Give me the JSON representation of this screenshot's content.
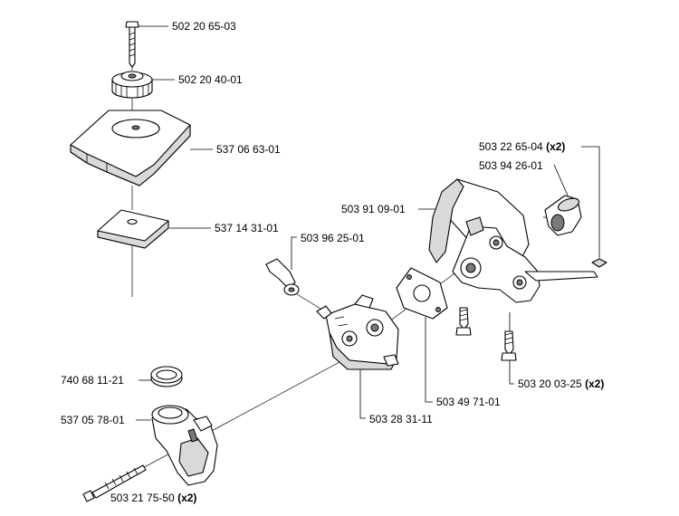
{
  "parts": [
    {
      "id": "screw-top",
      "number": "502 20 65-03",
      "qty": ""
    },
    {
      "id": "knob",
      "number": "502 20 40-01",
      "qty": ""
    },
    {
      "id": "air-filter-cover",
      "number": "537 06 63-01",
      "qty": ""
    },
    {
      "id": "air-filter",
      "number": "537 14 31-01",
      "qty": ""
    },
    {
      "id": "nut-square",
      "number": "503 22 65-04",
      "qty": "(x2)"
    },
    {
      "id": "throttle-sleeve",
      "number": "503 94 26-01",
      "qty": ""
    },
    {
      "id": "carburetor-bracket",
      "number": "503 91 09-01",
      "qty": ""
    },
    {
      "id": "throttle-link",
      "number": "503 96 25-01",
      "qty": ""
    },
    {
      "id": "screw-bracket",
      "number": "503 20 03-25",
      "qty": "(x2)"
    },
    {
      "id": "gasket",
      "number": "503 49 71-01",
      "qty": ""
    },
    {
      "id": "carburetor",
      "number": "503 28 31-11",
      "qty": ""
    },
    {
      "id": "o-ring",
      "number": "740 68 11-21",
      "qty": ""
    },
    {
      "id": "intake-adapter",
      "number": "537 05 78-01",
      "qty": ""
    },
    {
      "id": "screw-long",
      "number": "503 21 75-50",
      "qty": "(x2)"
    }
  ]
}
